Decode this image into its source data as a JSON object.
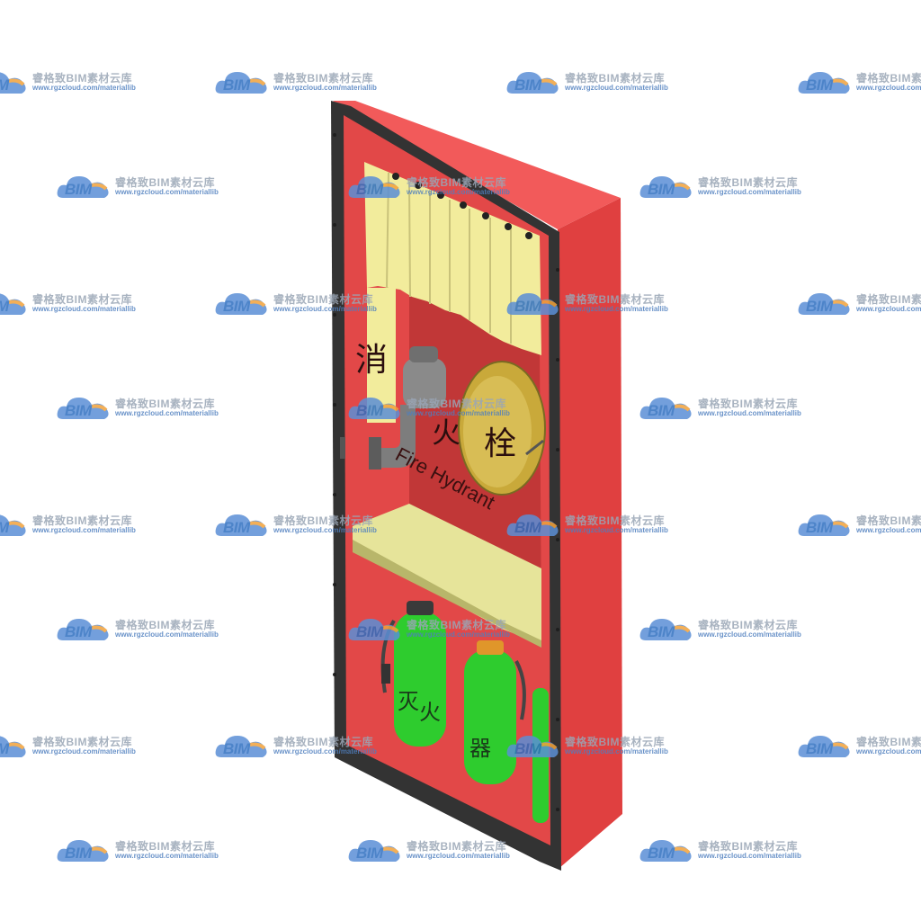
{
  "cabinet": {
    "sign_chars": [
      "消",
      "火",
      "栓"
    ],
    "sign_english": "Fire Hydrant",
    "extinguisher_chars": [
      "灭",
      "火",
      "器"
    ],
    "colors": {
      "cabinet_red": "#e84545",
      "cabinet_side": "#d93b3b",
      "frame": "#3a3a3a",
      "hose_yellow": "#f2ec9c",
      "shelf": "#e6e49a",
      "extinguisher_green": "#2ecc2e",
      "valve_grey": "#8a8a8a"
    }
  },
  "watermark": {
    "brand": "睿格致BIM素材云库",
    "url": "www.rgzcloud.com/materiallib",
    "logo": "BIM",
    "icon": "cloud-logo-icon"
  }
}
